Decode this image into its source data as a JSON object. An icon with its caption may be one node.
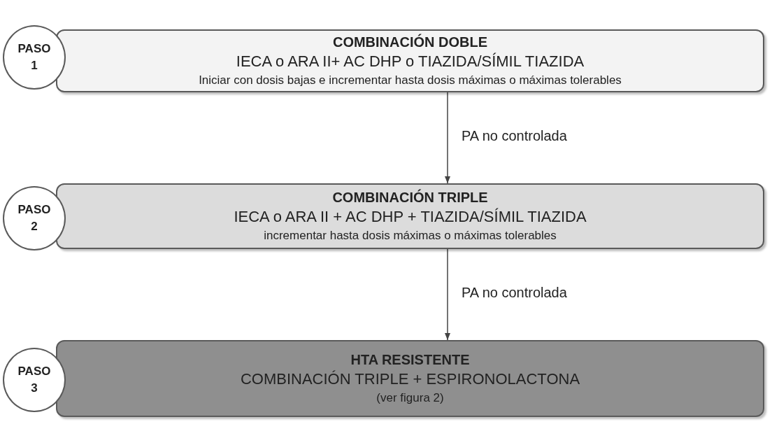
{
  "diagram": {
    "nodes": [
      {
        "text": [
          "PASO 1"
        ]
      },
      {
        "text": [
          "COMBINACIÓN DOBLE",
          "IECA o ARA II+ AC DHP o TIAZIDA/SÍMIL TIAZIDA",
          "Iniciar con dosis bajas e incrementar hasta dosis máximas o máximas tolerables"
        ]
      },
      {
        "text": [
          "PASO 2"
        ]
      },
      {
        "text": [
          "COMBINACIÓN TRIPLE",
          "IECA o ARA II + AC DHP + TIAZIDA/SÍMIL TIAZIDA",
          "incrementar hasta dosis máximas o máximas tolerables"
        ]
      },
      {
        "text": [
          "PASO 3"
        ]
      },
      {
        "text": [
          "HTA RESISTENTE",
          "COMBINACIÓN TRIPLE + ESPIRONOLACTONA",
          "(ver figura 2)"
        ]
      }
    ],
    "edges": [
      {
        "from": 1,
        "to": 3,
        "arrow": "to",
        "label": "PA no controlada"
      },
      {
        "from": 3,
        "to": 5,
        "arrow": "to",
        "label": "PA no controlada"
      }
    ]
  }
}
